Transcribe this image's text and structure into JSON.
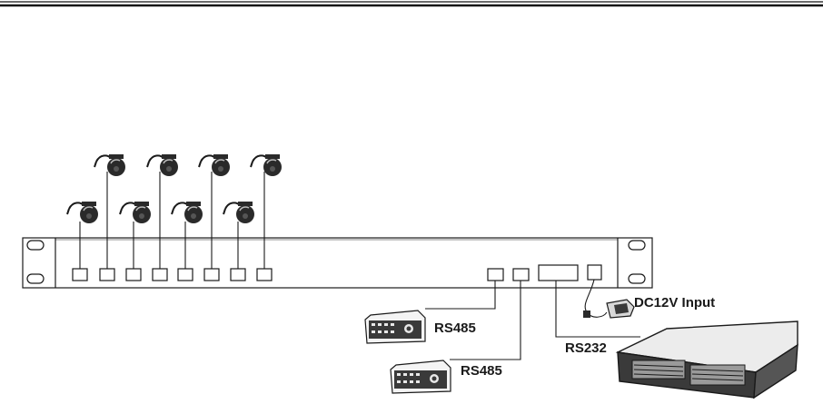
{
  "labels": {
    "rs485_top": "RS485",
    "rs485_bottom": "RS485",
    "rs232": "RS232",
    "dc_input": "DC12V Input"
  },
  "diagram": {
    "dome_camera_count": 8,
    "camera_port_count": 8,
    "rs485_port_count": 2,
    "icons": [
      "dome-camera-icon",
      "keyboard-controller-icon",
      "dvr-icon",
      "power-adapter-icon"
    ]
  },
  "colors": {
    "ink": "#1a1a1a",
    "fill_light": "#f4f4f4",
    "fill_dark": "#3a3a3a"
  }
}
